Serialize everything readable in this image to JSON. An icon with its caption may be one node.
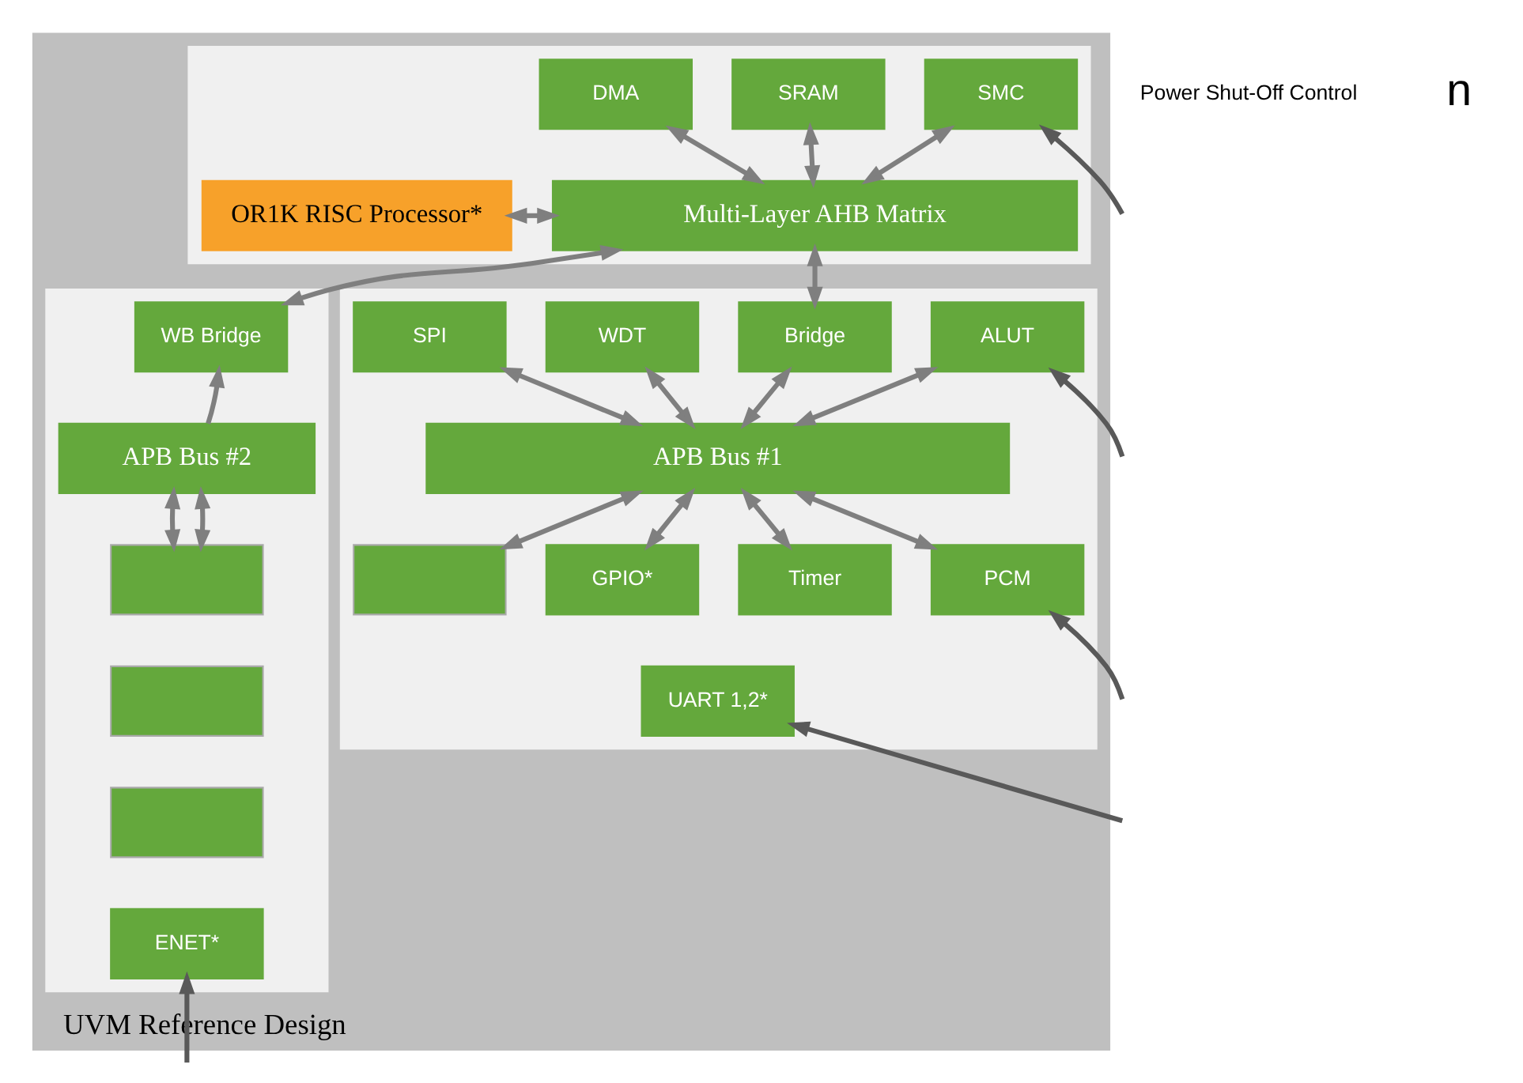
{
  "diagram": {
    "nodes": [
      {
        "text": [
          "UVM Reference Design"
        ]
      },
      {
        "text": [],
        "shape": "box",
        "in": 0
      },
      {
        "text": [
          "SRAM"
        ],
        "in": 1
      },
      {
        "text": [
          "DMA"
        ],
        "in": 1
      },
      {
        "text": [
          "SMC"
        ],
        "in": 1
      },
      {
        "text": [
          "OR1K RISC Processor*"
        ],
        "in": 1
      },
      {
        "text": [
          "Multi-Layer AHB Matrix"
        ],
        "in": 1
      },
      {
        "text": [],
        "shape": "box",
        "in": 0
      },
      {
        "text": [
          "ALUT"
        ],
        "in": 7
      },
      {
        "text": [
          "WDT"
        ],
        "in": 7
      },
      {
        "text": [
          "SPI"
        ],
        "in": 7
      },
      {
        "text": [
          "Bridge"
        ],
        "in": 7
      },
      {
        "text": [
          "APB Bus #1"
        ],
        "in": 7
      },
      {
        "text": [
          "PCM"
        ],
        "in": 7
      },
      {
        "text": [
          "GPIO*"
        ],
        "in": 7
      },
      {
        "text": [
          "Timer"
        ],
        "in": 7
      },
      {
        "text": [],
        "shape": "box",
        "in": 7
      },
      {
        "text": [
          "UART 1,2*"
        ],
        "in": 7
      },
      {
        "text": [],
        "shape": "box",
        "in": 0
      },
      {
        "text": [
          "WB Bridge"
        ],
        "in": 18
      },
      {
        "text": [
          "APB Bus #2"
        ],
        "in": 18
      },
      {
        "text": [],
        "shape": "box",
        "in": 18
      },
      {
        "text": [],
        "shape": "box",
        "in": 18
      },
      {
        "text": [],
        "shape": "box",
        "in": 18
      },
      {
        "text": [
          "ENET*"
        ],
        "in": 18
      }
    ],
    "edges": [
      {
        "from": 2,
        "to": 6,
        "arrow": "both"
      },
      {
        "from": 3,
        "to": 6,
        "arrow": "both"
      },
      {
        "from": 4,
        "to": 6,
        "arrow": "both"
      },
      {
        "from": 5,
        "to": 6,
        "arrow": "both"
      },
      {
        "from": 6,
        "to": 11,
        "arrow": "both"
      },
      {
        "from": 6,
        "to": 19,
        "arrow": "both"
      },
      {
        "from": 8,
        "to": 12,
        "arrow": "both"
      },
      {
        "from": 9,
        "to": 12,
        "arrow": "both"
      },
      {
        "from": 10,
        "to": 12,
        "arrow": "both"
      },
      {
        "from": 11,
        "to": 12,
        "arrow": "both"
      },
      {
        "from": 12,
        "to": 13,
        "arrow": "both"
      },
      {
        "from": 12,
        "to": 14,
        "arrow": "both"
      },
      {
        "from": 12,
        "to": 15,
        "arrow": "both"
      },
      {
        "from": 12,
        "to": 16,
        "arrow": "both"
      },
      {
        "from": 20,
        "to": 19,
        "arrow": "to"
      },
      {
        "from": 20,
        "to": 21,
        "arrow": "both"
      },
      {
        "from": 20,
        "to": 21,
        "arrow": "both"
      },
      {
        "from": null,
        "to": 13,
        "arrow": "to",
        "color": "#595959"
      },
      {
        "from": null,
        "to": 17,
        "arrow": "to",
        "color": "#595959"
      },
      {
        "from": null,
        "to": 24,
        "arrow": "to",
        "color": "#595959"
      },
      {
        "from": null,
        "to": 4,
        "arrow": "to",
        "color": "#595959"
      },
      {
        "from": null,
        "to": 8,
        "arrow": "to",
        "color": "#595959"
      }
    ],
    "labels": [
      "Power Shut-Off Control",
      "n"
    ]
  }
}
